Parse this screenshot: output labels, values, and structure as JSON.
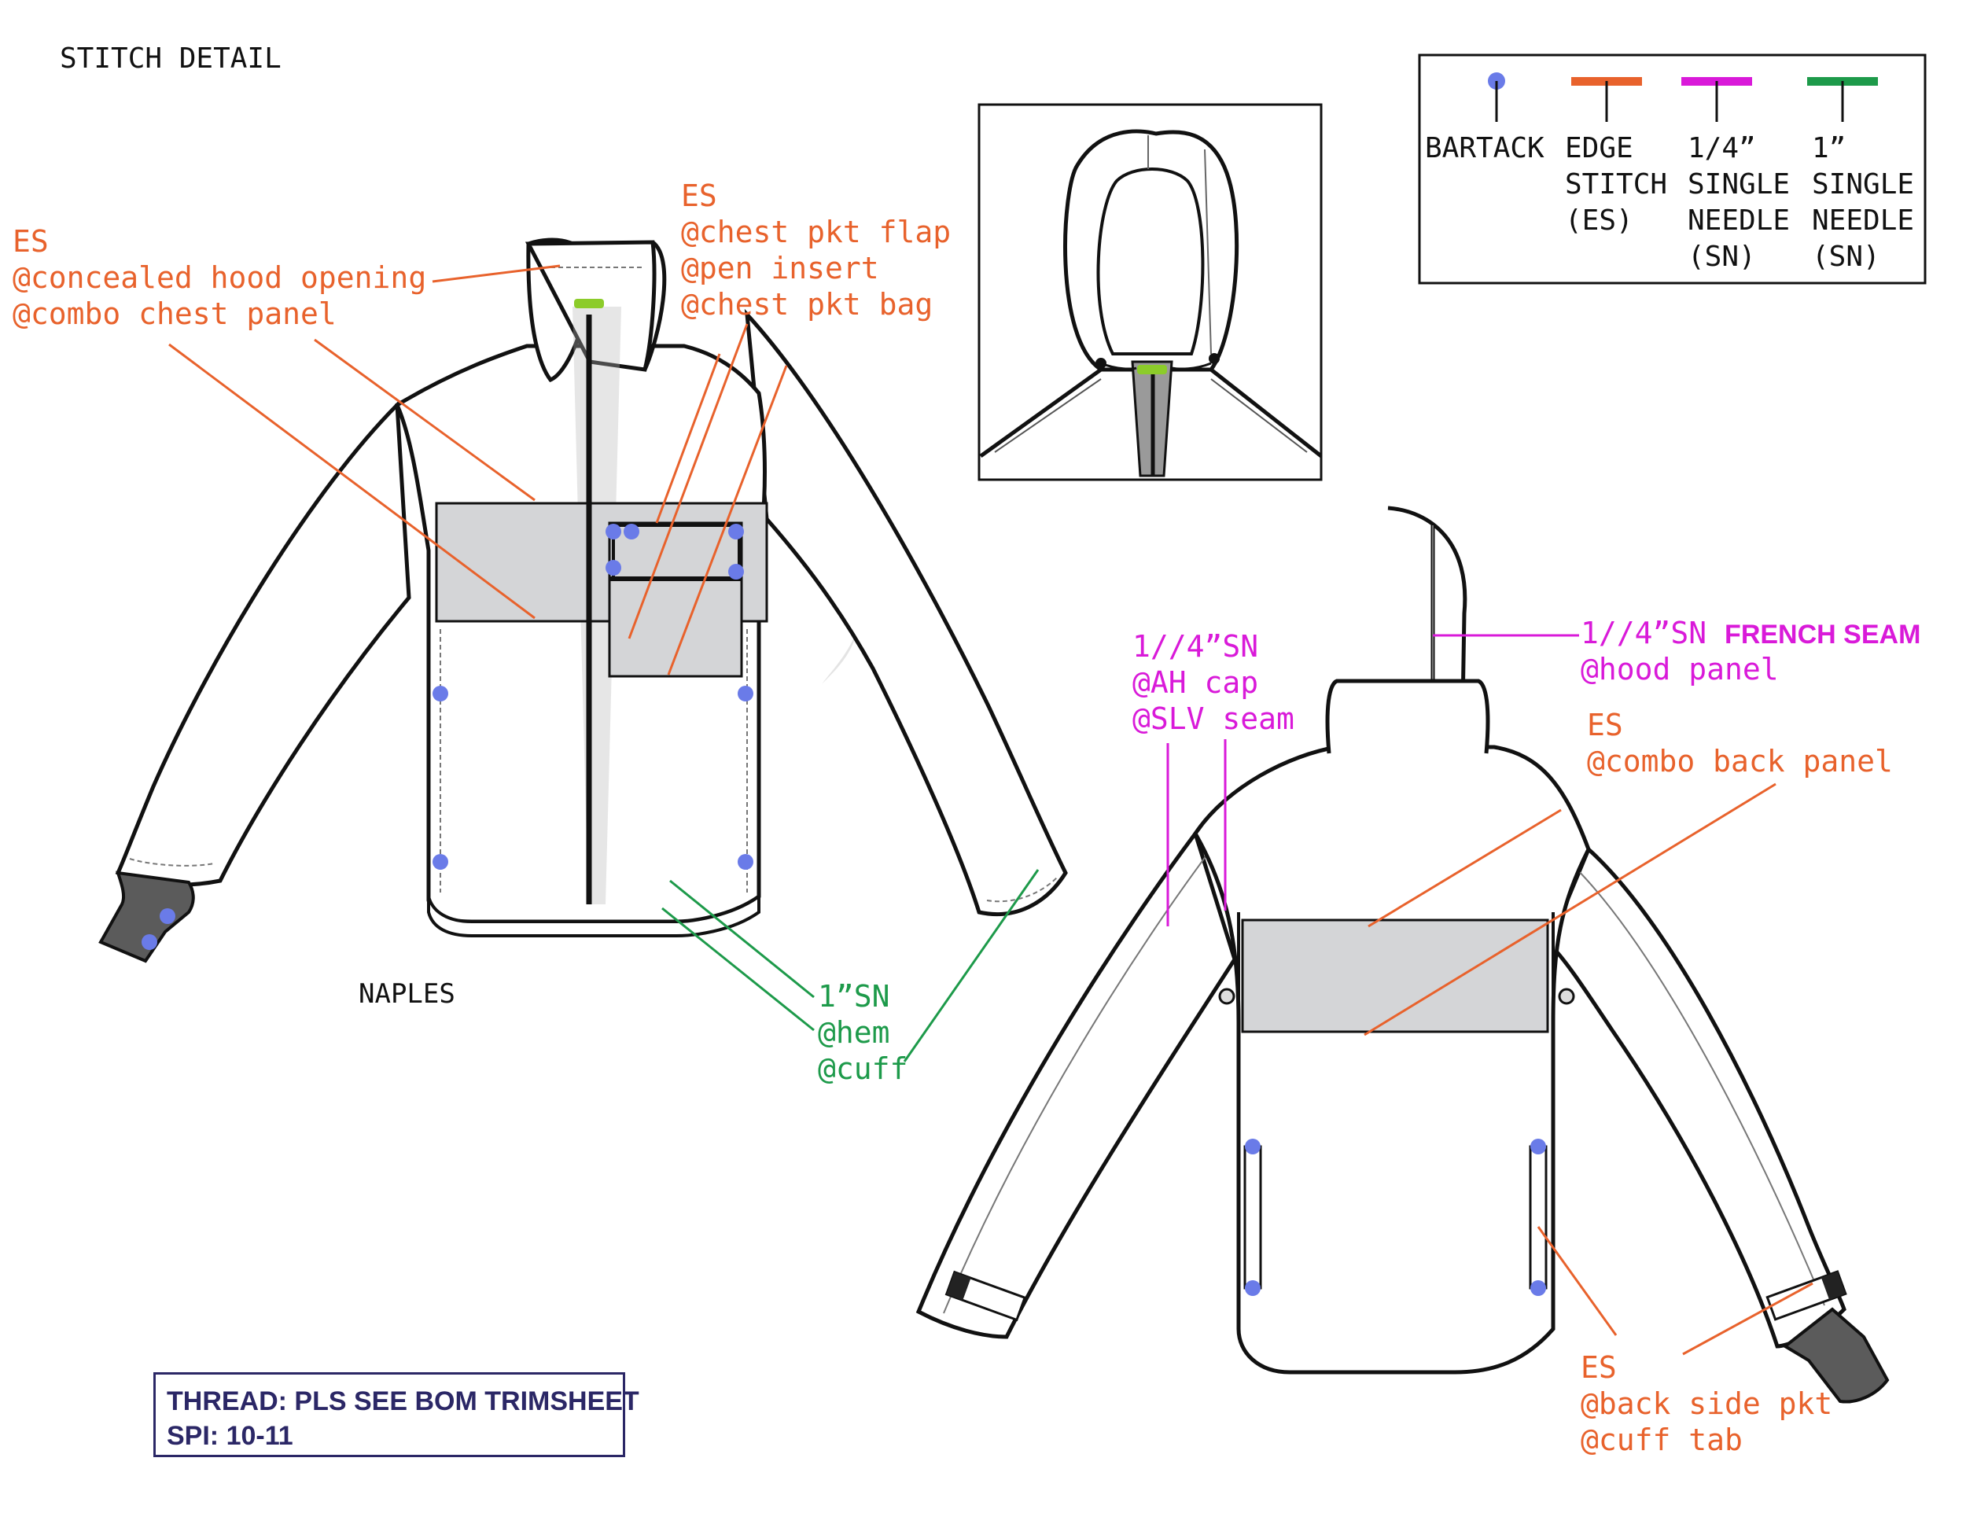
{
  "title": "STITCH DETAIL",
  "style_name": "NAPLES",
  "colors": {
    "bartack": "#6a7be8",
    "edge_stitch": "#e8622c",
    "quarter_sn": "#d91ad9",
    "one_inch_sn": "#1d9a4a",
    "panel": "#d4d5d7",
    "navy": "#2b2766",
    "lime": "#8ccc2a"
  },
  "legend": {
    "items": [
      {
        "icon": "bartack-dot",
        "lines": [
          "BARTACK"
        ]
      },
      {
        "icon": "edge-stitch-bar",
        "lines": [
          "EDGE",
          "STITCH",
          "(ES)"
        ]
      },
      {
        "icon": "quarter-sn-bar",
        "lines": [
          "1/4”",
          "SINGLE",
          "NEEDLE",
          "(SN)"
        ]
      },
      {
        "icon": "one-inch-sn-bar",
        "lines": [
          "1”",
          "SINGLE",
          "NEEDLE",
          "(SN)"
        ]
      }
    ]
  },
  "front_annotations": {
    "left_es": [
      "ES",
      "@concealed hood opening",
      "@combo chest panel"
    ],
    "chest_es": [
      "ES",
      "@chest pkt flap",
      "@pen insert",
      "@chest pkt bag"
    ],
    "hem_sn": [
      "1”SN",
      "@hem",
      "@cuff"
    ]
  },
  "back_annotations": {
    "hood_sn": {
      "prefix": "1//4”SN",
      "highlight": "FRENCH SEAM",
      "line2": "@hood panel"
    },
    "ah_sn": [
      "1//4”SN",
      "@AH cap",
      "@SLV seam"
    ],
    "back_es": [
      "ES",
      "@combo back panel"
    ],
    "side_es": [
      "ES",
      "@back side pkt",
      "@cuff tab"
    ]
  },
  "thread_note": {
    "line1": "THREAD: PLS SEE BOM TRIMSHEET",
    "line2": "SPI: 10-11"
  }
}
